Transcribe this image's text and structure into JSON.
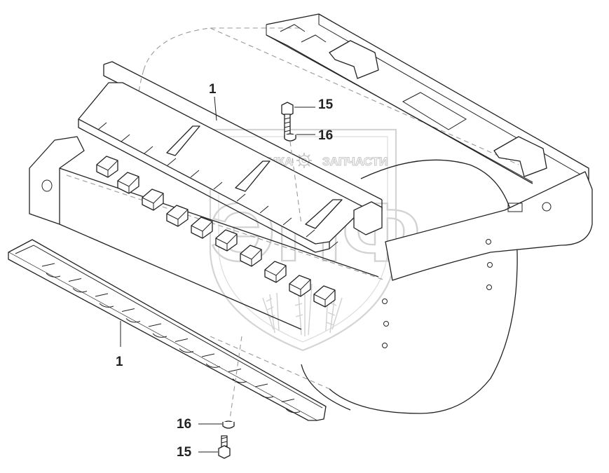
{
  "watermark": {
    "left_word": "ТЕХНИКА",
    "right_word": "ЗАПЧАСТИ",
    "logo_letters": "ЭПФ",
    "gear_icon": "gear-icon"
  },
  "callouts": {
    "scraper_top": "1",
    "bolt_top": "15",
    "nut_top": "16",
    "scraper_bottom": "1",
    "nut_bottom": "16",
    "bolt_bottom": "15"
  },
  "colors": {
    "line": "#222222",
    "hidden_line": "#9a9a9a",
    "watermark": "#c9c9c9"
  }
}
